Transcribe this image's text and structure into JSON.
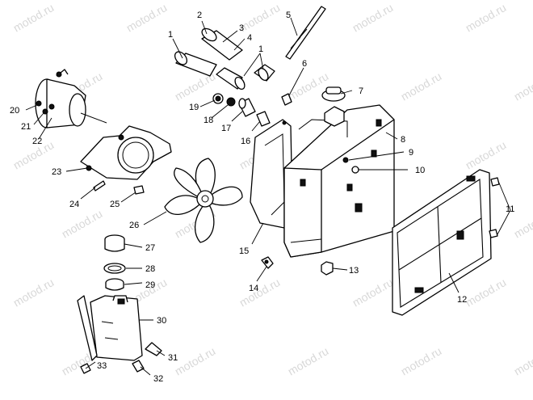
{
  "watermark": "motod.ru",
  "labels": {
    "c1a": "1",
    "c1b": "1",
    "c2": "2",
    "c3": "3",
    "c4": "4",
    "c5": "5",
    "c6": "6",
    "c7": "7",
    "c8": "8",
    "c9": "9",
    "c10": "10",
    "c11": "11",
    "c12": "12",
    "c13": "13",
    "c14": "14",
    "c15": "15",
    "c16": "16",
    "c17": "17",
    "c18": "18",
    "c19": "19",
    "c20": "20",
    "c21": "21",
    "c22": "22",
    "c23": "23",
    "c24": "24",
    "c25": "25",
    "c26": "26",
    "c27": "27",
    "c28": "28",
    "c29": "29",
    "c30": "30",
    "c31": "31",
    "c32": "32",
    "c33": "33"
  }
}
